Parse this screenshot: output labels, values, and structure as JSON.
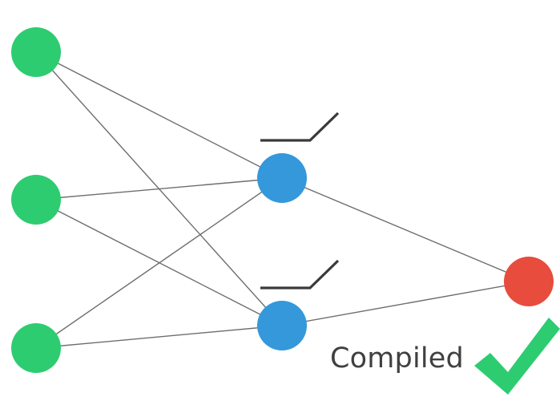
{
  "status": {
    "label": "Compiled",
    "label_color": "#404040",
    "icon": "checkmark-icon",
    "icon_color": "#2ecc71"
  },
  "colors": {
    "input_node": "#2ecc71",
    "hidden_node": "#3498db",
    "output_node": "#e74c3c",
    "edge": "#6e6e6e",
    "activation_glyph": "#3a3a3a"
  },
  "network": {
    "layers": [
      {
        "name": "input",
        "node_count": 3
      },
      {
        "name": "hidden",
        "node_count": 2,
        "activation_icon": "relu-icon"
      },
      {
        "name": "output",
        "node_count": 1
      }
    ]
  }
}
